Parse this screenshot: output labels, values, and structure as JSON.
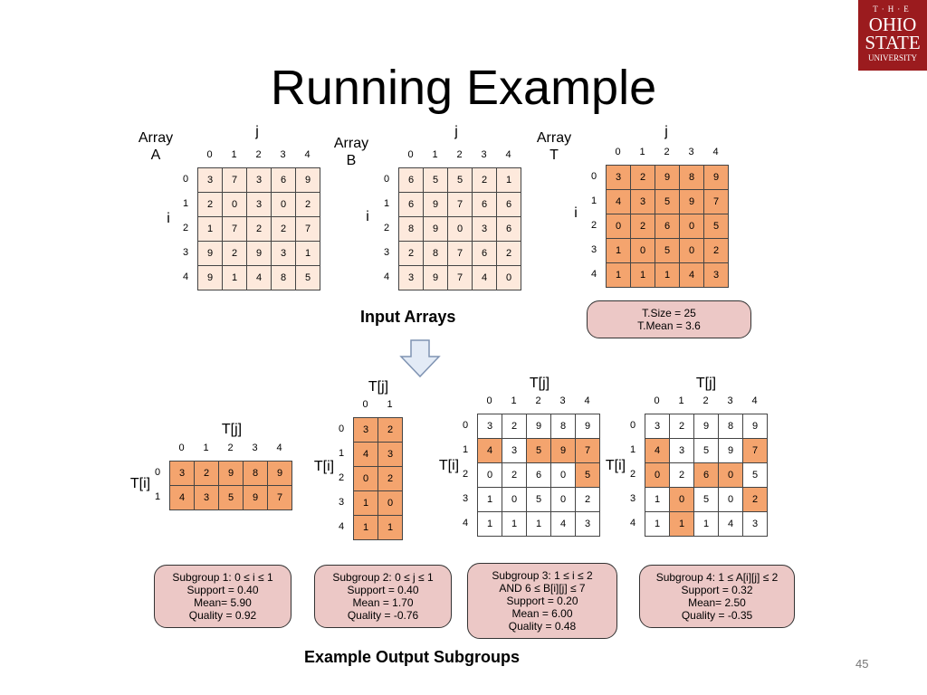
{
  "title": "Running Example",
  "logo": {
    "line1": "T·H·E",
    "line2": "OHIO",
    "line3": "STATE",
    "line4": "UNIVERSITY"
  },
  "page_number": "45",
  "colors": {
    "orange": "#f4a46e",
    "light": "#fde9dc",
    "white": "#ffffff",
    "pill": "#ecc8c6"
  },
  "labels": {
    "j": "j",
    "i": "i",
    "ti": "T[i]",
    "tj": "T[j]"
  },
  "arrays": {
    "A": {
      "label": [
        "Array",
        "A"
      ],
      "values": [
        [
          3,
          7,
          3,
          6,
          9
        ],
        [
          2,
          0,
          3,
          0,
          2
        ],
        [
          1,
          7,
          2,
          2,
          7
        ],
        [
          9,
          2,
          9,
          3,
          1
        ],
        [
          9,
          1,
          4,
          8,
          5
        ]
      ]
    },
    "B": {
      "label": [
        "Array",
        "B"
      ],
      "values": [
        [
          6,
          5,
          5,
          2,
          1
        ],
        [
          6,
          9,
          7,
          6,
          6
        ],
        [
          8,
          9,
          0,
          3,
          6
        ],
        [
          2,
          8,
          7,
          6,
          2
        ],
        [
          3,
          9,
          7,
          4,
          0
        ]
      ]
    },
    "T": {
      "label": [
        "Array",
        "T"
      ],
      "values": [
        [
          3,
          2,
          9,
          8,
          9
        ],
        [
          4,
          3,
          5,
          9,
          7
        ],
        [
          0,
          2,
          6,
          0,
          5
        ],
        [
          1,
          0,
          5,
          0,
          2
        ],
        [
          1,
          1,
          1,
          4,
          3
        ]
      ]
    }
  },
  "t_stats": [
    "T.Size = 25",
    "T.Mean = 3.6"
  ],
  "input_caption": "Input Arrays",
  "output_caption": "Example Output Subgroups",
  "subgroups": [
    {
      "lines": [
        "Subgroup 1: 0 ≤ i ≤ 1",
        "Support = 0.40",
        "Mean= 5.90",
        "Quality = 0.92"
      ]
    },
    {
      "lines": [
        "Subgroup 2: 0 ≤ j ≤ 1",
        "Support = 0.40",
        "Mean = 1.70",
        "Quality = -0.76"
      ]
    },
    {
      "lines": [
        "Subgroup 3: 1 ≤ i ≤ 2",
        "AND 6 ≤ B[i][j] ≤ 7",
        "Support = 0.20",
        "Mean = 6.00",
        "Quality = 0.48"
      ]
    },
    {
      "lines": [
        "Subgroup 4: 1 ≤ A[i][j] ≤ 2",
        "Support = 0.32",
        "Mean= 2.50",
        "Quality = -0.35"
      ]
    }
  ],
  "sg1": {
    "values": [
      [
        3,
        2,
        9,
        8,
        9
      ],
      [
        4,
        3,
        5,
        9,
        7
      ]
    ]
  },
  "sg2": {
    "values": [
      [
        3,
        2
      ],
      [
        4,
        3
      ],
      [
        0,
        2
      ],
      [
        1,
        0
      ],
      [
        1,
        1
      ]
    ]
  },
  "sg3": {
    "values": [
      [
        3,
        2,
        9,
        8,
        9
      ],
      [
        4,
        3,
        5,
        9,
        7
      ],
      [
        0,
        2,
        6,
        0,
        5
      ],
      [
        1,
        0,
        5,
        0,
        2
      ],
      [
        1,
        1,
        1,
        4,
        3
      ]
    ],
    "highlight": [
      [
        1,
        0
      ],
      [
        1,
        2
      ],
      [
        1,
        3
      ],
      [
        1,
        4
      ],
      [
        2,
        4
      ]
    ]
  },
  "sg4": {
    "values": [
      [
        3,
        2,
        9,
        8,
        9
      ],
      [
        4,
        3,
        5,
        9,
        7
      ],
      [
        0,
        2,
        6,
        0,
        5
      ],
      [
        1,
        0,
        5,
        0,
        2
      ],
      [
        1,
        1,
        1,
        4,
        3
      ]
    ],
    "highlight": [
      [
        1,
        0
      ],
      [
        1,
        4
      ],
      [
        2,
        0
      ],
      [
        2,
        2
      ],
      [
        2,
        3
      ],
      [
        3,
        1
      ],
      [
        3,
        4
      ],
      [
        4,
        1
      ]
    ]
  }
}
